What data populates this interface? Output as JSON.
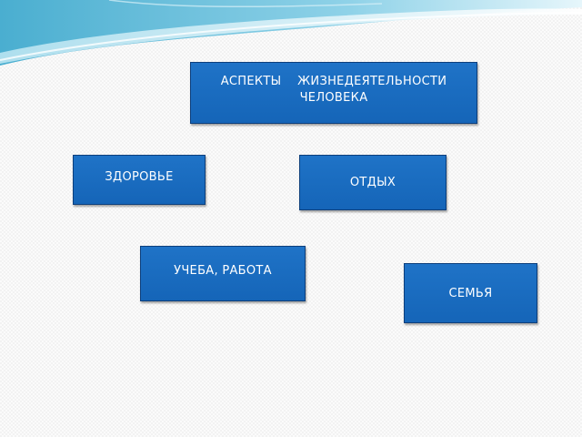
{
  "diagram": {
    "title_line1": "АСПЕКТЫ    ЖИЗНЕДЕЯТЕЛЬНОСТИ",
    "title_line2": "ЧЕЛОВЕКА",
    "nodes": [
      {
        "id": "health",
        "label": "ЗДОРОВЬЕ"
      },
      {
        "id": "rest",
        "label": "ОТДЫХ"
      },
      {
        "id": "study",
        "label": "УЧЕБА, РАБОТА"
      },
      {
        "id": "family",
        "label": "СЕМЬЯ"
      }
    ]
  },
  "colors": {
    "box_fill": "#1a6cc0",
    "box_border": "#0d3f7c",
    "wave_teal": "#5fb9d6",
    "wave_light": "#c7ebf5"
  }
}
